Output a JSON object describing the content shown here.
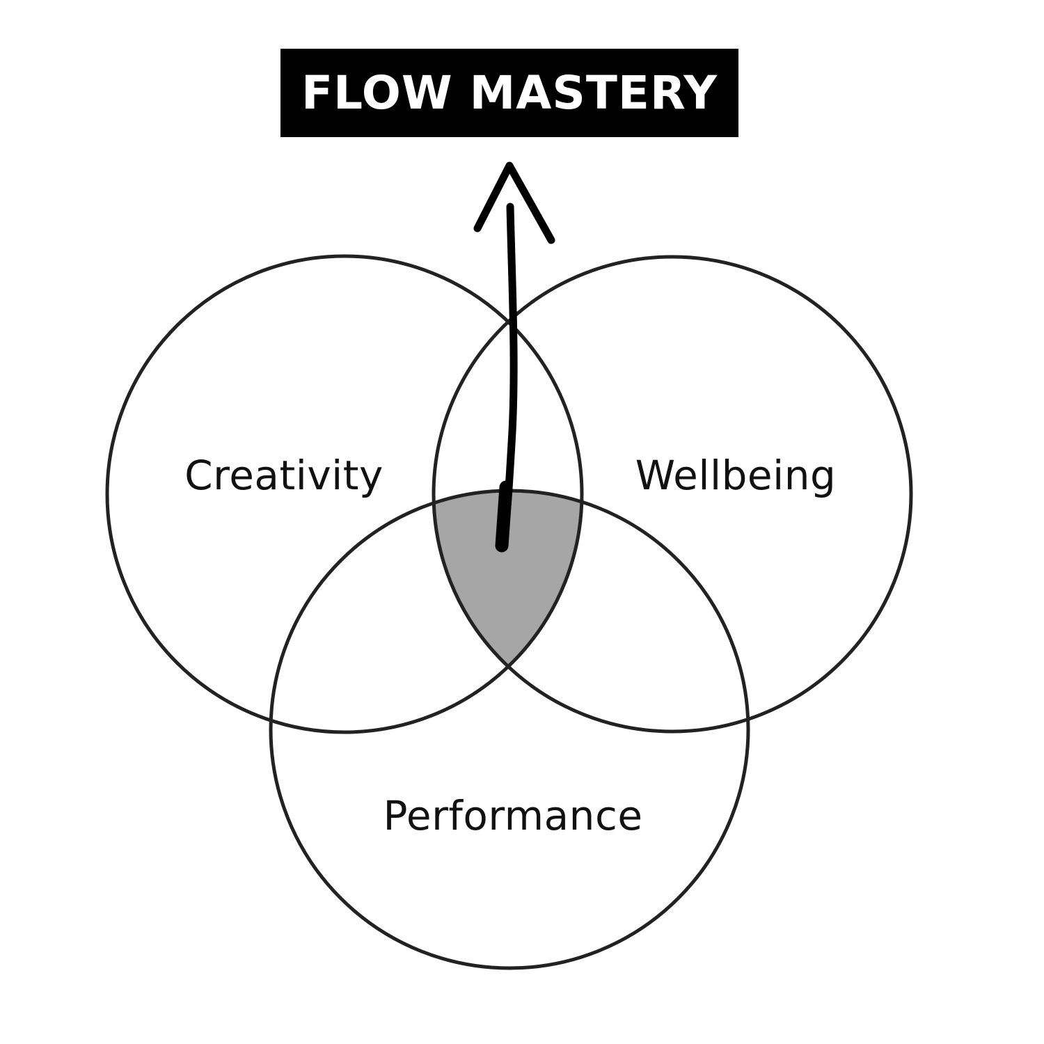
{
  "title": "FLOW MASTERY",
  "circles": {
    "creativity": "Creativity",
    "wellbeing": "Wellbeing",
    "performance": "Performance"
  },
  "colors": {
    "title_background": "#000000",
    "title_text": "#ffffff",
    "outline": "#222222",
    "intersection_fill": "#a6a6a6",
    "arrow": "#000000"
  }
}
